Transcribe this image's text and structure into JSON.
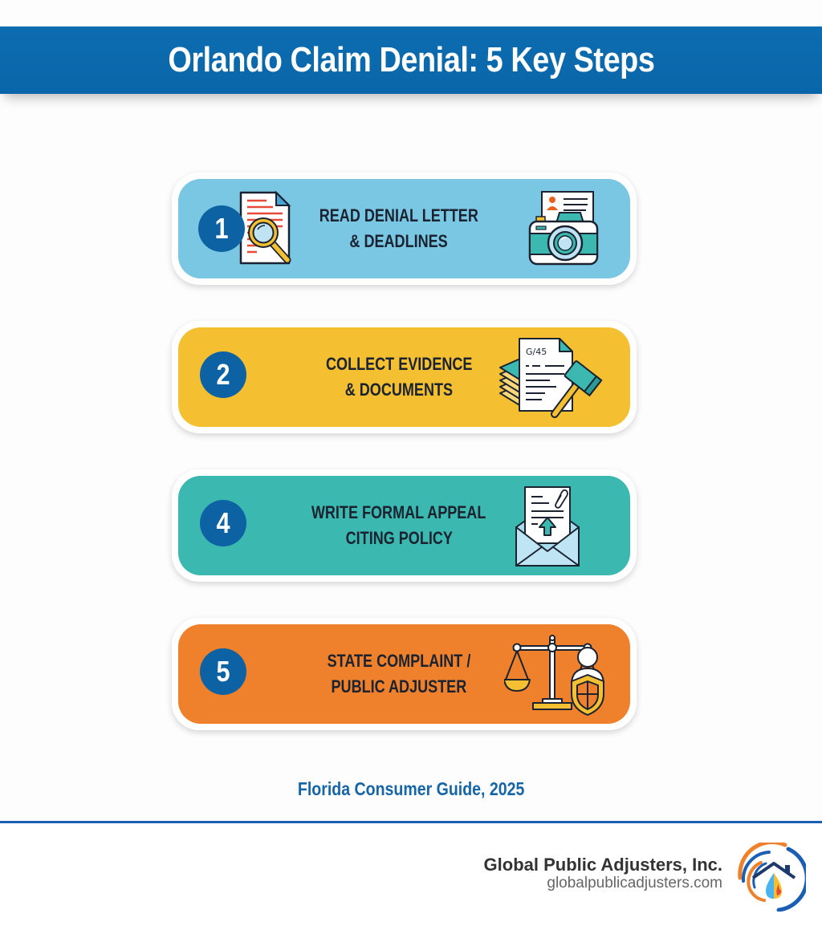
{
  "header": {
    "title": "Orlando Claim Denial: 5 Key Steps",
    "background_color": "#0a66a9"
  },
  "steps": [
    {
      "number": "1",
      "lines": [
        "READ DENIAL LETTER",
        "& DEADLINES"
      ],
      "color": "#7ac7e4",
      "icon_left": "document-magnifier-icon",
      "icon_right": "camera-photo-icon"
    },
    {
      "number": "2",
      "lines": [
        "COLLECT EVIDENCE",
        "& DOCUMENTS"
      ],
      "color": "#f4bf30",
      "icon_right": "document-stack-gavel-icon",
      "icon_doc_text": "G/45"
    },
    {
      "number": "4",
      "lines": [
        "WRITE FORMAL APPEAL",
        "CITING POLICY"
      ],
      "color": "#3bb8b0",
      "icon_right": "envelope-letter-icon"
    },
    {
      "number": "5",
      "lines": [
        "STATE COMPLAINT /",
        "PUBLIC ADJUSTER"
      ],
      "color": "#f0812c",
      "icon_right": "scales-shield-person-icon"
    }
  ],
  "source": "Florida Consumer Guide, 2025",
  "footer": {
    "company": "Global Public Adjusters, Inc.",
    "url": "globalpublicadjusters.com",
    "logo": "house-water-fire-logo"
  },
  "colors": {
    "number_circle": "#0d62a3",
    "text_dark": "#1b2330",
    "source_text": "#1565a8",
    "divider": "#1a5fb4"
  }
}
